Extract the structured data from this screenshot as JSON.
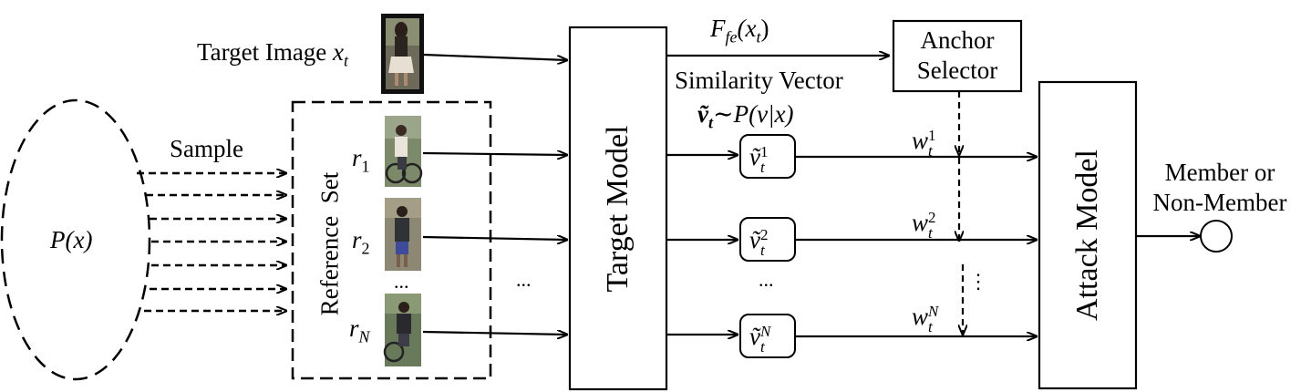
{
  "target_image": {
    "label": "Target Image",
    "var": "x",
    "sub": "t"
  },
  "distribution": {
    "label": "P(x)"
  },
  "sample": {
    "label": "Sample"
  },
  "reference_set": {
    "label": "Reference  Set",
    "rows": [
      {
        "var": "r",
        "sub": "1"
      },
      {
        "var": "r",
        "sub": "2"
      },
      {
        "var": "r",
        "sub": "N"
      }
    ],
    "dots": "...",
    "outer_dots": "..."
  },
  "target_model": {
    "label": "Target Model"
  },
  "feature": {
    "label": "F",
    "sub": "fe",
    "arg": "(x",
    "arg_sub": "t",
    "close": ")"
  },
  "anchor_selector": {
    "line1": "Anchor",
    "line2": "Selector"
  },
  "similarity": {
    "title": "Similarity Vector",
    "formula_v": "ṽ",
    "formula_sub": "t",
    "formula_rest": "∼P(v|x)"
  },
  "vectors": [
    {
      "base": "ṽ",
      "sub": "t",
      "sup": "1"
    },
    {
      "base": "ṽ",
      "sub": "t",
      "sup": "2"
    },
    {
      "base": "ṽ",
      "sub": "t",
      "sup": "N"
    }
  ],
  "vector_dots": "...",
  "weights": [
    {
      "base": "w",
      "sub": "t",
      "sup": "1"
    },
    {
      "base": "w",
      "sub": "t",
      "sup": "2"
    },
    {
      "base": "w",
      "sub": "t",
      "sup": "N"
    }
  ],
  "weight_dots": "⋮",
  "attack_model": {
    "label": "Attack Model"
  },
  "output": {
    "line1": "Member or",
    "line2": "Non-Member"
  }
}
